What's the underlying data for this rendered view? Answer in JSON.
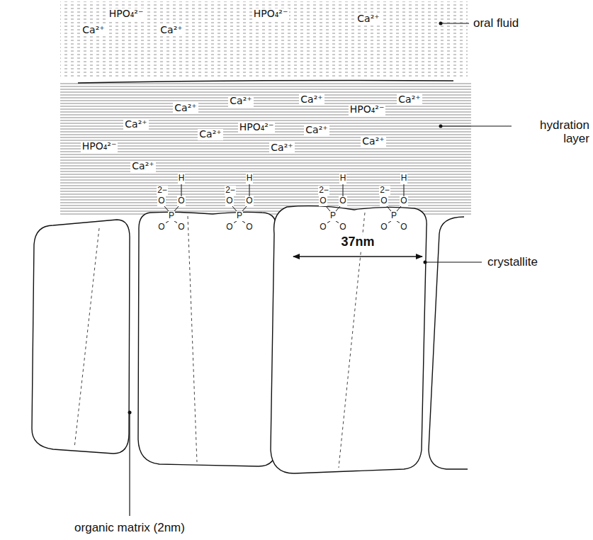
{
  "diagram": {
    "labels": [
      "HPO₄²⁻",
      "HPO₄²⁻",
      "Ca²⁺",
      "Ca²⁺",
      "Ca²⁺",
      "oral fluid",
      "Ca²⁺",
      "Ca²⁺",
      "Ca²⁺",
      "HPO₄²⁻",
      "Ca²⁺",
      "Ca²⁺",
      "HPO₄²⁻",
      "Ca²⁺",
      "Ca²⁺",
      "HPO₄²⁻",
      "Ca²⁺",
      "Ca²⁺",
      "Ca²⁺",
      "hydration layer",
      "2−",
      "H",
      "O",
      "O",
      "P",
      "O",
      "O",
      "2−",
      "H",
      "O",
      "O",
      "P",
      "O",
      "O",
      "2−",
      "H",
      "O",
      "O",
      "P",
      "O",
      "O",
      "2−",
      "H",
      "O",
      "O",
      "P",
      "O",
      "O",
      "37nm",
      "crystallite",
      "organic matrix (2nm)"
    ]
  }
}
